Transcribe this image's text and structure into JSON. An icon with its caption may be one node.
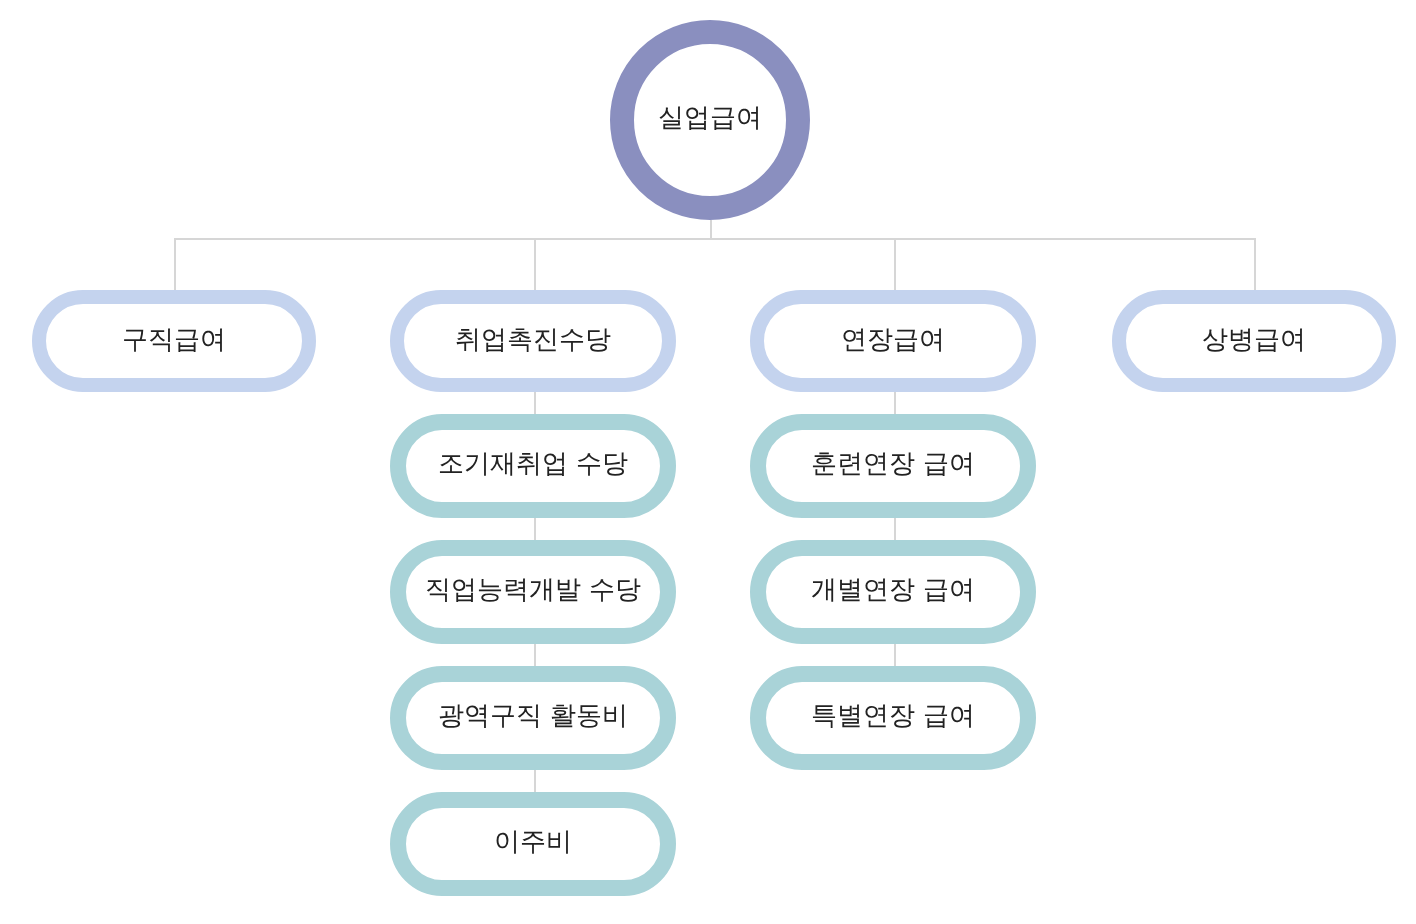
{
  "diagram": {
    "nodes": [
      {
        "text": [
          "실업급여"
        ]
      },
      {
        "text": [
          "구직급여"
        ]
      },
      {
        "text": [
          "취업촉진수당"
        ]
      },
      {
        "text": [
          "연장급여"
        ]
      },
      {
        "text": [
          "상병급여"
        ]
      },
      {
        "text": [
          "조기재취업 수당"
        ]
      },
      {
        "text": [
          "직업능력개발 수당"
        ]
      },
      {
        "text": [
          "광역구직 활동비"
        ]
      },
      {
        "text": [
          "이주비"
        ]
      },
      {
        "text": [
          "훈련연장 급여"
        ]
      },
      {
        "text": [
          "개별연장 급여"
        ]
      },
      {
        "text": [
          "특별연장 급여"
        ]
      }
    ],
    "edges": [
      {
        "from": 0,
        "to": 1,
        "arrow": "none"
      },
      {
        "from": 0,
        "to": 2,
        "arrow": "none"
      },
      {
        "from": 0,
        "to": 3,
        "arrow": "none"
      },
      {
        "from": 0,
        "to": 4,
        "arrow": "none"
      },
      {
        "from": 2,
        "to": 5,
        "arrow": "none"
      },
      {
        "from": 5,
        "to": 6,
        "arrow": "none"
      },
      {
        "from": 6,
        "to": 7,
        "arrow": "none"
      },
      {
        "from": 7,
        "to": 8,
        "arrow": "none"
      },
      {
        "from": 3,
        "to": 9,
        "arrow": "none"
      },
      {
        "from": 9,
        "to": 10,
        "arrow": "none"
      },
      {
        "from": 10,
        "to": 11,
        "arrow": "none"
      }
    ]
  }
}
